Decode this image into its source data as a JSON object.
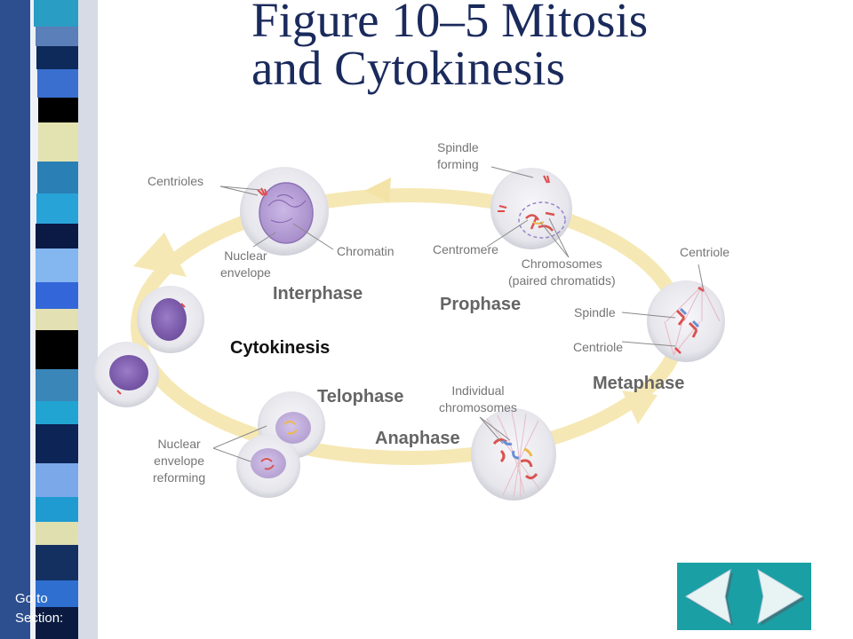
{
  "title_line1": "Figure 10–5 Mitosis",
  "title_line2": "and Cytokinesis",
  "phases": {
    "interphase": "Interphase",
    "prophase": "Prophase",
    "metaphase": "Metaphase",
    "anaphase": "Anaphase",
    "telophase": "Telophase",
    "cytokinesis": "Cytokinesis"
  },
  "labels": {
    "centrioles": "Centrioles",
    "nuclear_envelope_1": "Nuclear",
    "nuclear_envelope_2": "envelope",
    "chromatin": "Chromatin",
    "spindle_forming_1": "Spindle",
    "spindle_forming_2": "forming",
    "centromere": "Centromere",
    "chromosomes_1": "Chromosomes",
    "chromosomes_2": "(paired chromatids)",
    "centriole_top": "Centriole",
    "spindle": "Spindle",
    "centriole_bottom": "Centriole",
    "individual_1": "Individual",
    "individual_2": "chromosomes",
    "reforming_1": "Nuclear",
    "reforming_2": "envelope",
    "reforming_3": "reforming"
  },
  "sidebar": {
    "goto_line1": "Go to",
    "goto_line2": "Section:"
  },
  "nav": {
    "back_icon": "left-arrow-icon",
    "forward_icon": "right-arrow-icon"
  },
  "colors": {
    "title": "#1a2a5c",
    "cycle_arrow": "#f6e8b4",
    "nav_bg": "#1aa0a4",
    "chromosome_red": "#d9534f",
    "nucleus_purple": "#a58bc8"
  }
}
